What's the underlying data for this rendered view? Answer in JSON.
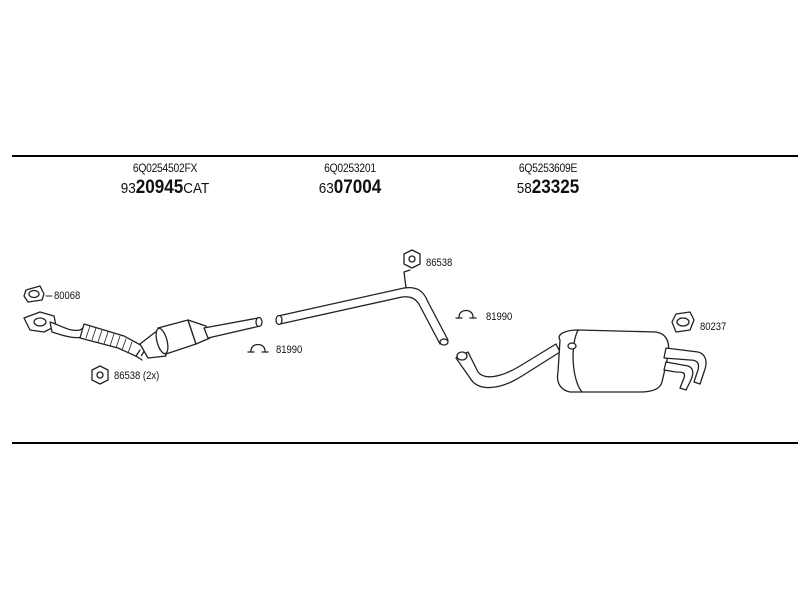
{
  "groups": [
    {
      "oem": "6Q0254502FX",
      "prefix": "93",
      "number": "20945",
      "suffix": "CAT"
    },
    {
      "oem": "6Q0253201",
      "prefix": "63",
      "number": "07004",
      "suffix": ""
    },
    {
      "oem": "6Q5253609E",
      "prefix": "58",
      "number": "23325",
      "suffix": ""
    }
  ],
  "callouts": {
    "gasket_front": "80068",
    "nut_front": "86538 (2x)",
    "clamp_front": "81990",
    "nut_mid": "86538",
    "clamp_mid": "81990",
    "hanger_rear": "80237"
  }
}
